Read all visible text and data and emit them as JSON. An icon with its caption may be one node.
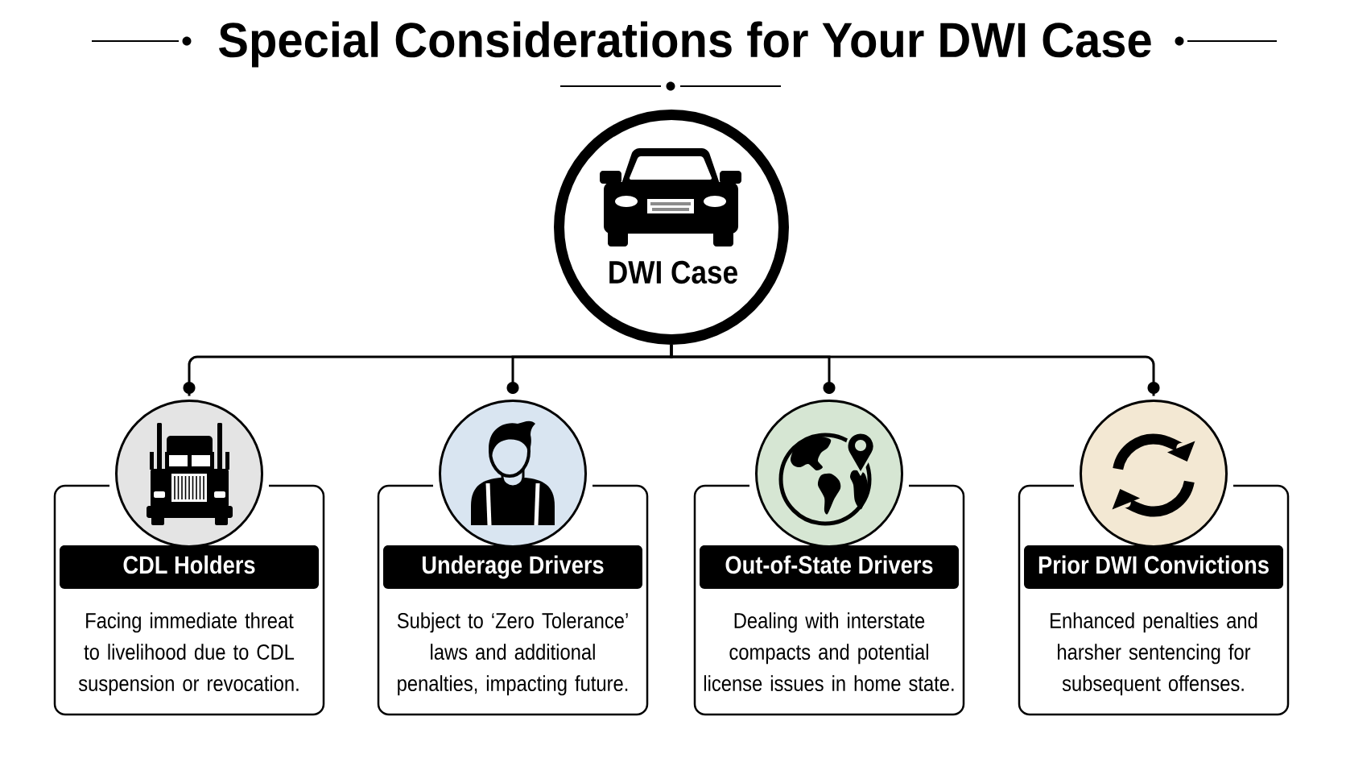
{
  "diagram": {
    "title": "Special Considerations for Your DWI Case",
    "nodes": [
      {
        "text": [
          "DWI Case"
        ]
      },
      {
        "text": [],
        "shape": "circle"
      },
      {
        "text": [
          "CDL Holders",
          "Facing immediate threat to livelihood due to CDL suspension or revocation."
        ]
      },
      {
        "text": [],
        "shape": "circle"
      },
      {
        "text": [
          "Underage Drivers",
          "Subject to ‘Zero Tolerance’ laws and additional penalties, impacting future."
        ]
      },
      {
        "text": [],
        "shape": "circle"
      },
      {
        "text": [
          "Out-of-State Drivers",
          "Dealing with interstate compacts and potential license issues in home state."
        ]
      },
      {
        "text": [],
        "shape": "circle"
      },
      {
        "text": [
          "Prior DWI Convictions",
          "Enhanced penalties and harsher sentencing for subsequent offenses."
        ]
      }
    ],
    "edges": [
      {
        "from": 0,
        "to": 1,
        "arrow": "other"
      },
      {
        "from": 0,
        "to": 3,
        "arrow": "other"
      },
      {
        "from": 0,
        "to": 5,
        "arrow": "other"
      },
      {
        "from": 0,
        "to": 7,
        "arrow": "other"
      }
    ]
  }
}
